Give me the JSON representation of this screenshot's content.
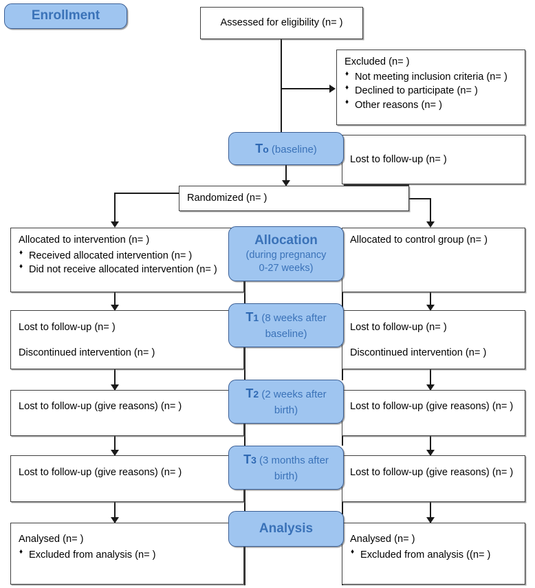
{
  "diagram": {
    "title": "CONSORT participant flow diagram",
    "accent_blue_fill": "#9FC5F0",
    "accent_blue_border": "#3B5F95",
    "accent_blue_text": "#3A72B8",
    "box_border": "#3F3F3F"
  },
  "stage_labels": {
    "enrollment": "Enrollment",
    "t0_name": "T",
    "t0_sub": "o",
    "t0_detail": " (baseline)",
    "allocation_title": "Allocation",
    "allocation_line2": "(during pregnancy",
    "allocation_line3": "0-27 weeks)",
    "t1_name": "T",
    "t1_sub": "1",
    "t1_detail": " (8 weeks after",
    "t1_detail2": "baseline)",
    "t2_name": "T",
    "t2_sub": "2",
    "t2_detail": " (2 weeks after",
    "t2_detail2": "birth)",
    "t3_name": "T",
    "t3_sub": "3",
    "t3_detail": " (3 months after",
    "t3_detail2": "birth)",
    "analysis": "Analysis"
  },
  "boxes": {
    "assessed": "Assessed for eligibility (n=  )",
    "excluded_heading": "Excluded  (n=  )",
    "excluded_items": [
      "Not meeting inclusion criteria (n=  )",
      "Declined to participate (n=  )",
      "Other reasons (n=  )"
    ],
    "t0_lost": "Lost to follow-up  (n=  )",
    "randomized": "Randomized (n=  )",
    "alloc_left_heading": "Allocated to intervention (n=  )",
    "alloc_left_items": [
      "Received allocated intervention (n=  )",
      "Did not receive allocated intervention (n=  )"
    ],
    "alloc_right_heading": "Allocated to control group (n=  )",
    "t1_left_line1": "Lost to follow-up  (n=  )",
    "t1_left_line2": "Discontinued intervention (n=  )",
    "t1_right_line1": "Lost to follow-up  (n=  )",
    "t1_right_line2": "Discontinued intervention (n=  )",
    "t2_left": "Lost to follow-up (give reasons) (n=  )",
    "t2_right": "Lost to follow-up (give reasons) (n=  )",
    "t3_left": "Lost to follow-up (give reasons) (n=  )",
    "t3_right": "Lost to follow-up (give reasons) (n=  )",
    "analysed_left_heading": "Analysed  (n=  )",
    "analysed_left_items": [
      "Excluded from analysis  (n=  )"
    ],
    "analysed_right_heading": "Analysed  (n=  )",
    "analysed_right_items": [
      "Excluded from analysis ((n=  )"
    ]
  }
}
